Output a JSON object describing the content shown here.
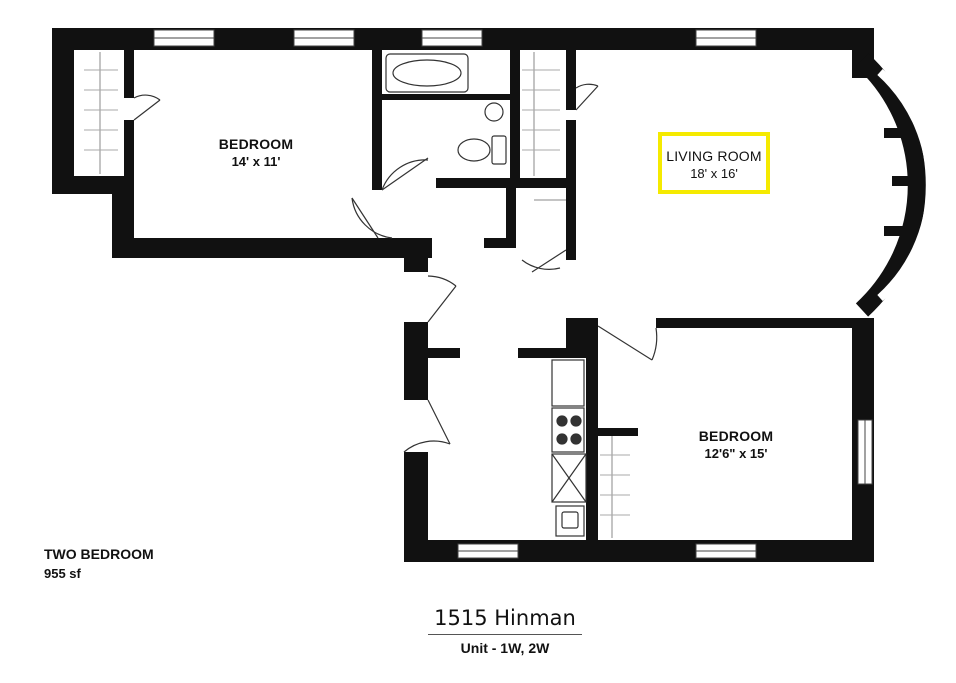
{
  "rooms": {
    "bedroom_nw": {
      "name": "BEDROOM",
      "dims": "14' x 11'"
    },
    "living": {
      "name": "LIVING ROOM",
      "dims": "18' x 16'"
    },
    "bedroom_se": {
      "name": "BEDROOM",
      "dims": "12'6\" x 15'"
    }
  },
  "unit": {
    "type": "TWO BEDROOM",
    "area": "955 sf"
  },
  "building": {
    "address": "1515 Hinman",
    "units": "Unit - 1W, 2W"
  },
  "colors": {
    "wall": "#111111",
    "highlight": "#f5ea00",
    "fixture": "#777777"
  }
}
